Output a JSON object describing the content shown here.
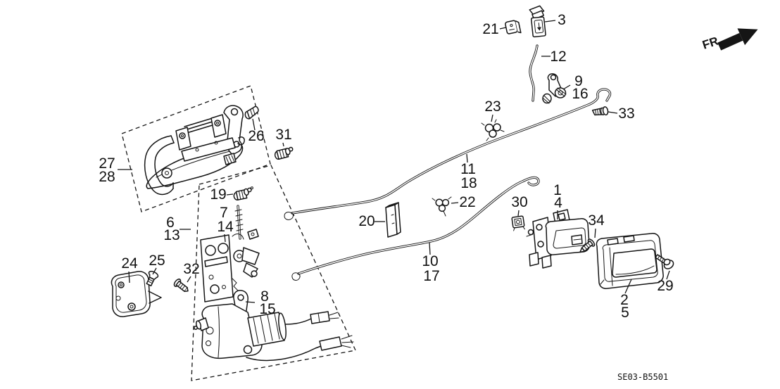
{
  "diagram": {
    "code": "SE03-B5501",
    "direction": "FR.",
    "colors": {
      "background": "#ffffff",
      "line": "#151515"
    },
    "callouts": [
      {
        "label": "21"
      },
      {
        "label": "3"
      },
      {
        "label": "12"
      },
      {
        "label": "9"
      },
      {
        "label": "16"
      },
      {
        "label": "33"
      },
      {
        "label": "23"
      },
      {
        "label": "11"
      },
      {
        "label": "18"
      },
      {
        "label": "26"
      },
      {
        "label": "31"
      },
      {
        "label": "27"
      },
      {
        "label": "28"
      },
      {
        "label": "19"
      },
      {
        "label": "7"
      },
      {
        "label": "14"
      },
      {
        "label": "6"
      },
      {
        "label": "13"
      },
      {
        "label": "22"
      },
      {
        "label": "20"
      },
      {
        "label": "30"
      },
      {
        "label": "1"
      },
      {
        "label": "4"
      },
      {
        "label": "34"
      },
      {
        "label": "10"
      },
      {
        "label": "17"
      },
      {
        "label": "8"
      },
      {
        "label": "15"
      },
      {
        "label": "24"
      },
      {
        "label": "25"
      },
      {
        "label": "32"
      },
      {
        "label": "2"
      },
      {
        "label": "5"
      },
      {
        "label": "29"
      }
    ]
  }
}
